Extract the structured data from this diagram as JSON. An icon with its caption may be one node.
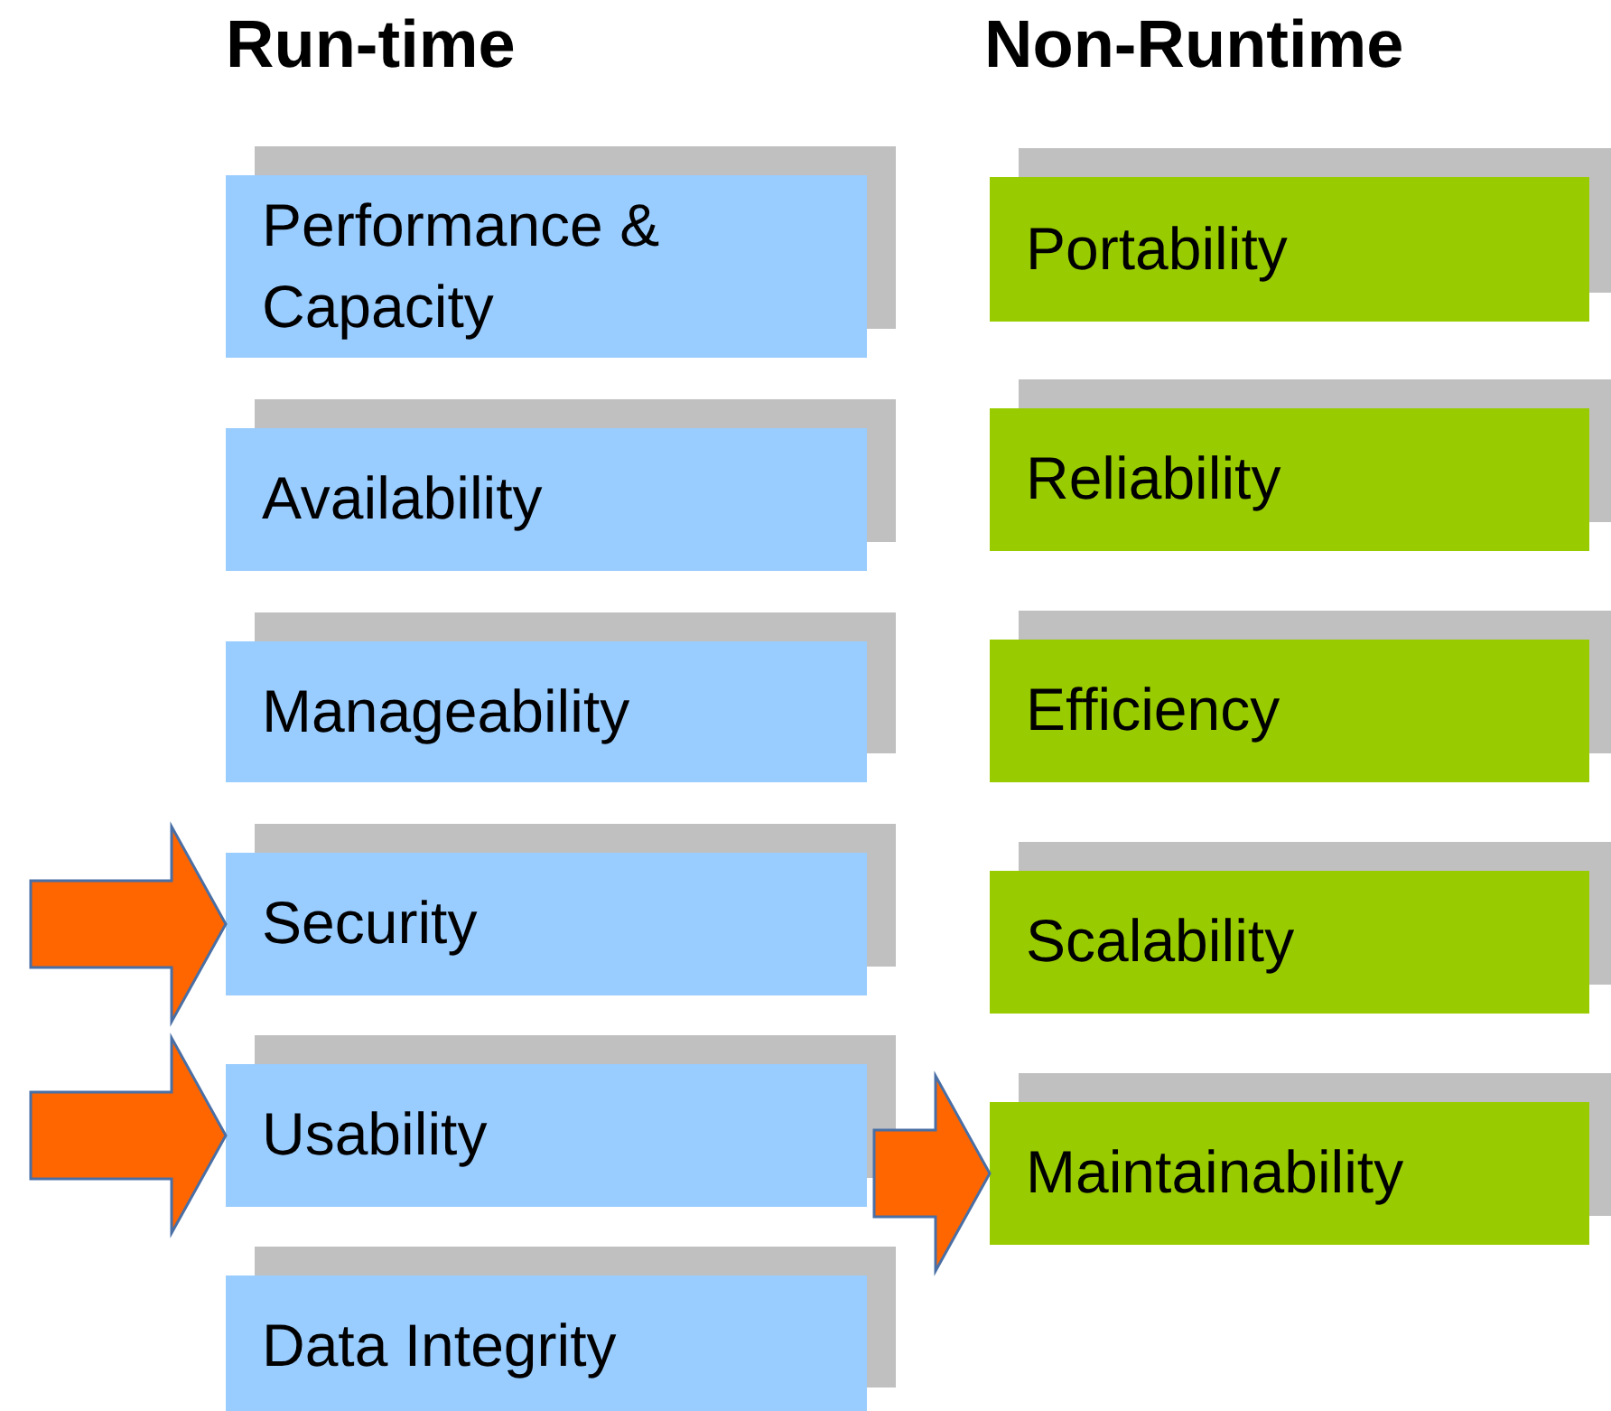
{
  "diagram": {
    "nodes": [
      {
        "text": [
          "Performance & Capacity"
        ]
      },
      {
        "text": [
          "Availability"
        ]
      },
      {
        "text": [
          "Manageability"
        ]
      },
      {
        "text": [
          "Security"
        ]
      },
      {
        "text": [
          "Usability"
        ]
      },
      {
        "text": [
          "Data Integrity"
        ]
      },
      {
        "text": [
          "Portability"
        ]
      },
      {
        "text": [
          "Reliability"
        ]
      },
      {
        "text": [
          "Efficiency"
        ]
      },
      {
        "text": [
          "Scalability"
        ]
      },
      {
        "text": [
          "Maintainability"
        ]
      }
    ],
    "edges": [
      {
        "from": null,
        "to": 3,
        "arrow": "to"
      },
      {
        "from": null,
        "to": 4,
        "arrow": "to"
      },
      {
        "from": null,
        "to": 10,
        "arrow": "to"
      }
    ],
    "labels": [
      "Run-time",
      "Non-Runtime"
    ]
  }
}
